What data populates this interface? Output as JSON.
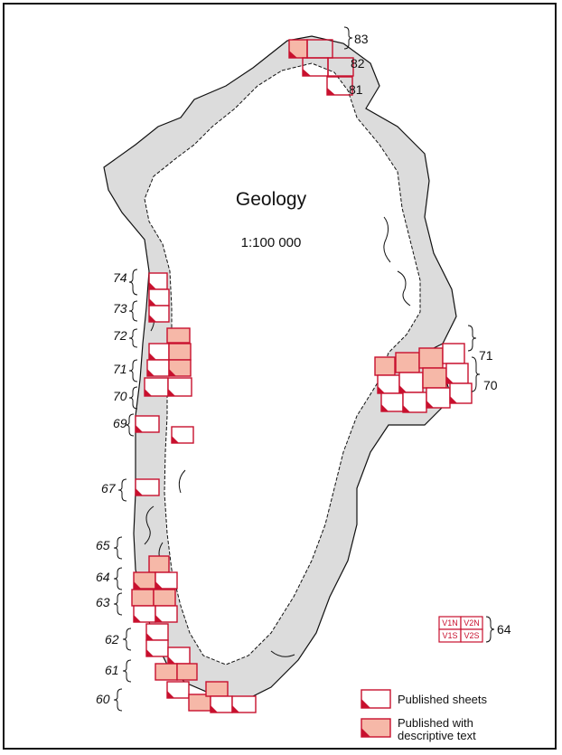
{
  "map": {
    "title": "Geology",
    "scale": "1:100 000"
  },
  "west_labels": [
    "74",
    "73",
    "72",
    "71",
    "70",
    "69",
    "67",
    "65",
    "64",
    "63",
    "62",
    "61",
    "60"
  ],
  "north_labels": [
    "83",
    "82",
    "81"
  ],
  "east_labels": [
    "71",
    "70"
  ],
  "key": {
    "cells": [
      "V1N",
      "V2N",
      "V1S",
      "V2S"
    ],
    "label": "64"
  },
  "legend": {
    "published": "Published sheets",
    "with_text_line1": "Published with",
    "with_text_line2": "descriptive text"
  },
  "colors": {
    "sheet_border": "#c8102e",
    "text_fill": "#f6b8a8",
    "land_gray": "#dcdcdc",
    "outline": "#111111"
  }
}
